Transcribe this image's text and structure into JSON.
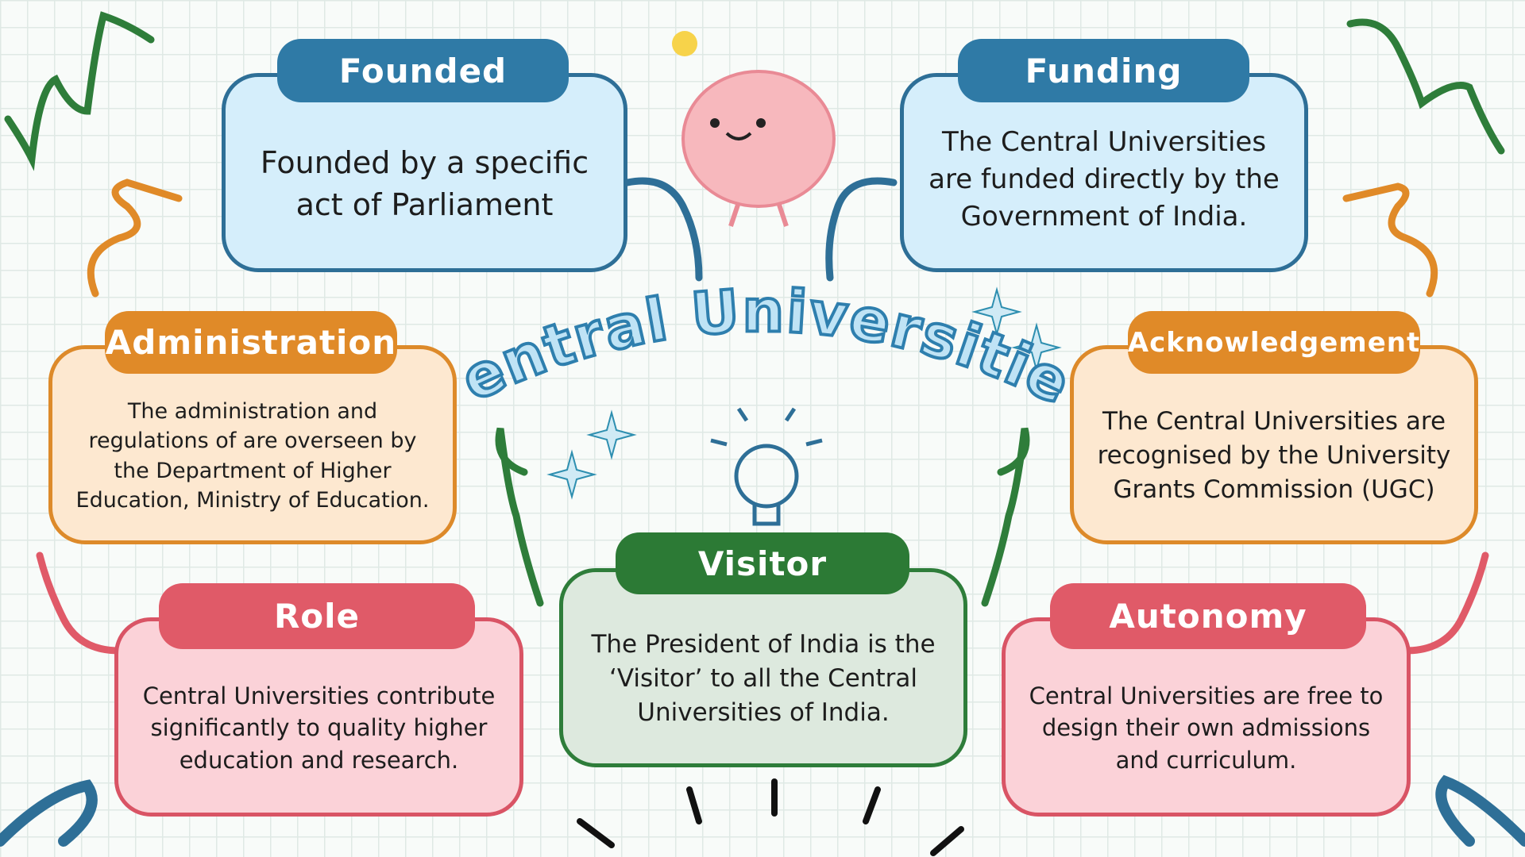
{
  "title": "Central Universities",
  "cards": {
    "founded": {
      "heading": "Founded",
      "text": "Founded by a specific act of Parliament"
    },
    "funding": {
      "heading": "Funding",
      "text": "The Central Universities are funded directly by the Government of India."
    },
    "administration": {
      "heading": "Administration",
      "text": "The administration and regulations of are overseen by the Department of Higher Education, Ministry of Education."
    },
    "acknowledgement": {
      "heading": "Acknowledgement",
      "text": "The Central Universities are recognised by the University Grants Commission (UGC)"
    },
    "role": {
      "heading": "Role",
      "text": "Central Universities contribute significantly to quality higher education and research."
    },
    "visitor": {
      "heading": "Visitor",
      "text": "The President of India is the ‘Visitor’ to all the Central Universities of India."
    },
    "autonomy": {
      "heading": "Autonomy",
      "text": "Central Universities are free to design their own admissions and curriculum."
    }
  },
  "colors": {
    "blue": "#2f7aa6",
    "orange": "#e08a28",
    "red": "#e05a68",
    "green": "#2c7a35"
  }
}
